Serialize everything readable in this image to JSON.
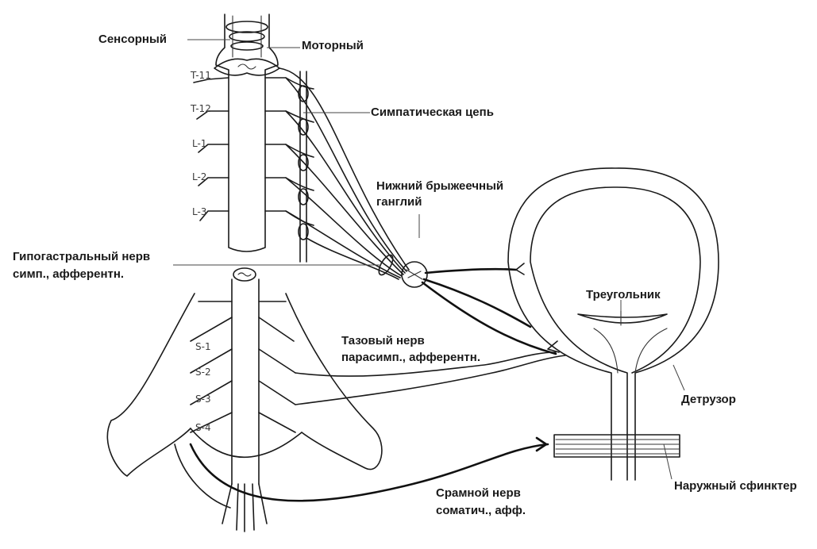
{
  "labels": {
    "sensory": "Сенсорный",
    "motor": "Моторный",
    "sympathetic_chain": "Симпатическая цепь",
    "inferior_mesenteric_ganglion_line1": "Нижний брыжеечный",
    "inferior_mesenteric_ganglion_line2": "ганглий",
    "hypogastric_nerve_line1": "Гипогастральный нерв",
    "hypogastric_nerve_line2": "симп., афферентн.",
    "trigone": "Треугольник",
    "pelvic_nerve_line1": "Тазовый нерв",
    "pelvic_nerve_line2": "парасимп., афферентн.",
    "detrusor": "Детрузор",
    "pudendal_nerve_line1": "Срамной нерв",
    "pudendal_nerve_line2": "соматич., афф.",
    "external_sphincter": "Наружный сфинктер"
  },
  "segments": {
    "t11": "T-11",
    "t12": "T-12",
    "l1": "L-1",
    "l2": "L-2",
    "l3": "L-3",
    "s1": "S-1",
    "s2": "S-2",
    "s3": "S-3",
    "s4": "S-4"
  }
}
